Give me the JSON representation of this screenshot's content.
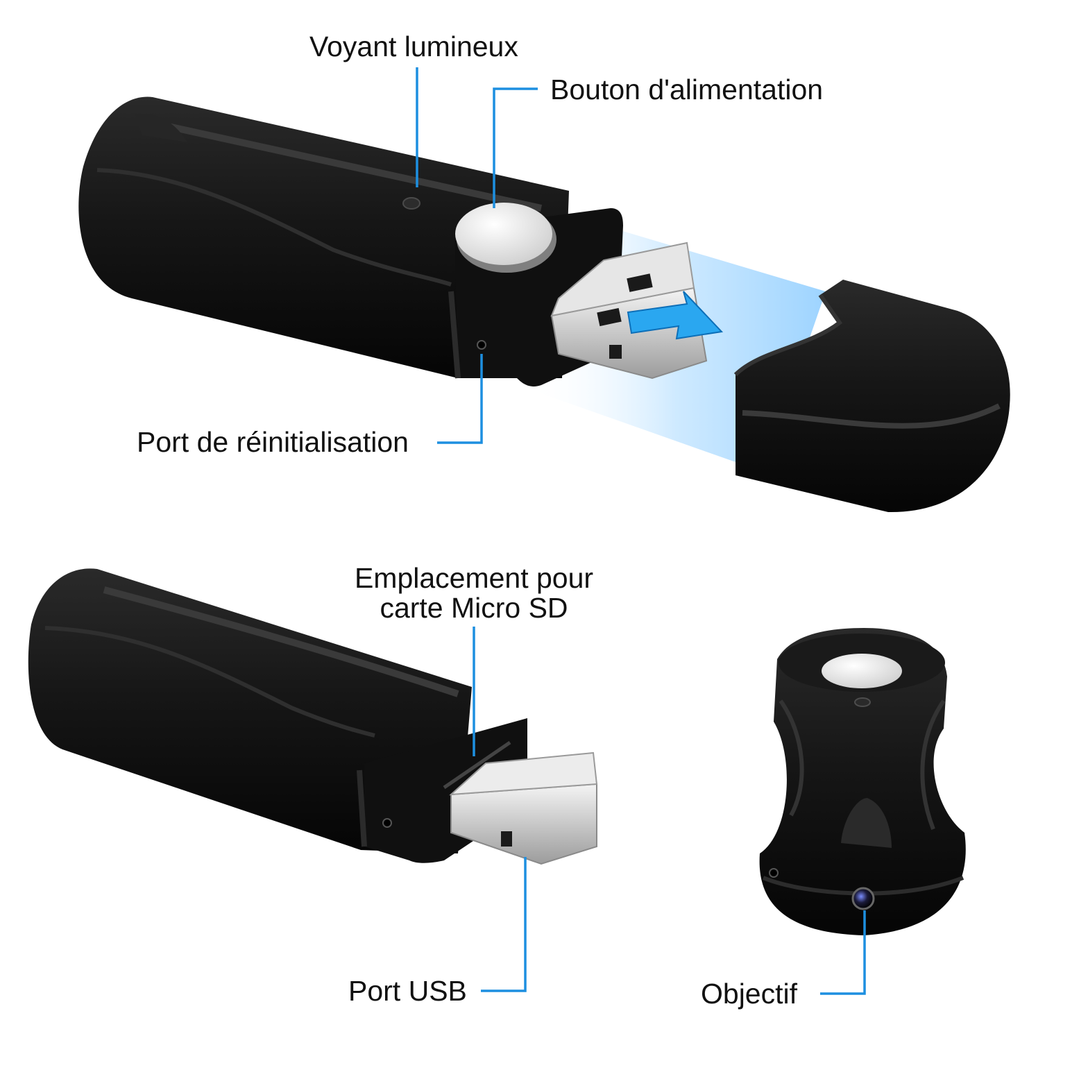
{
  "labels": {
    "led": "Voyant lumineux",
    "power_button": "Bouton d'alimentation",
    "reset_port": "Port de réinitialisation",
    "sd_slot_line1": "Emplacement pour",
    "sd_slot_line2": "carte Micro SD",
    "usb_port": "Port USB",
    "lens": "Objectif"
  },
  "colors": {
    "callout": "#1d8fe0",
    "device_body": "#141414",
    "usb_metal": "#d6d6d6",
    "button": "#e8e8e8",
    "glow": "#9fd4ff",
    "arrow": "#2aa7f0"
  },
  "icons": {
    "arrow": "arrow-right-icon"
  }
}
